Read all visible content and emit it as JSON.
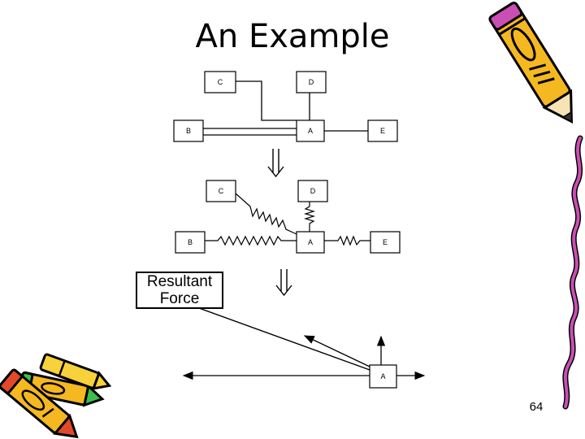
{
  "slide": {
    "title": "An Example",
    "page_number": "64"
  },
  "diagram_top": {
    "nodes": {
      "c": "C",
      "d": "D",
      "b": "B",
      "a": "A",
      "e": "E"
    }
  },
  "diagram_middle": {
    "nodes": {
      "c": "C",
      "d": "D",
      "b": "B",
      "a": "A",
      "e": "E"
    }
  },
  "diagram_bottom": {
    "node_a": "A",
    "resultant_label_line1": "Resultant",
    "resultant_label_line2": "Force"
  },
  "decorations": {
    "clipart_top_right": "pencil-icon",
    "clipart_bottom_left": "crayons-icon",
    "down_arrow": "double-down-arrow-icon"
  }
}
